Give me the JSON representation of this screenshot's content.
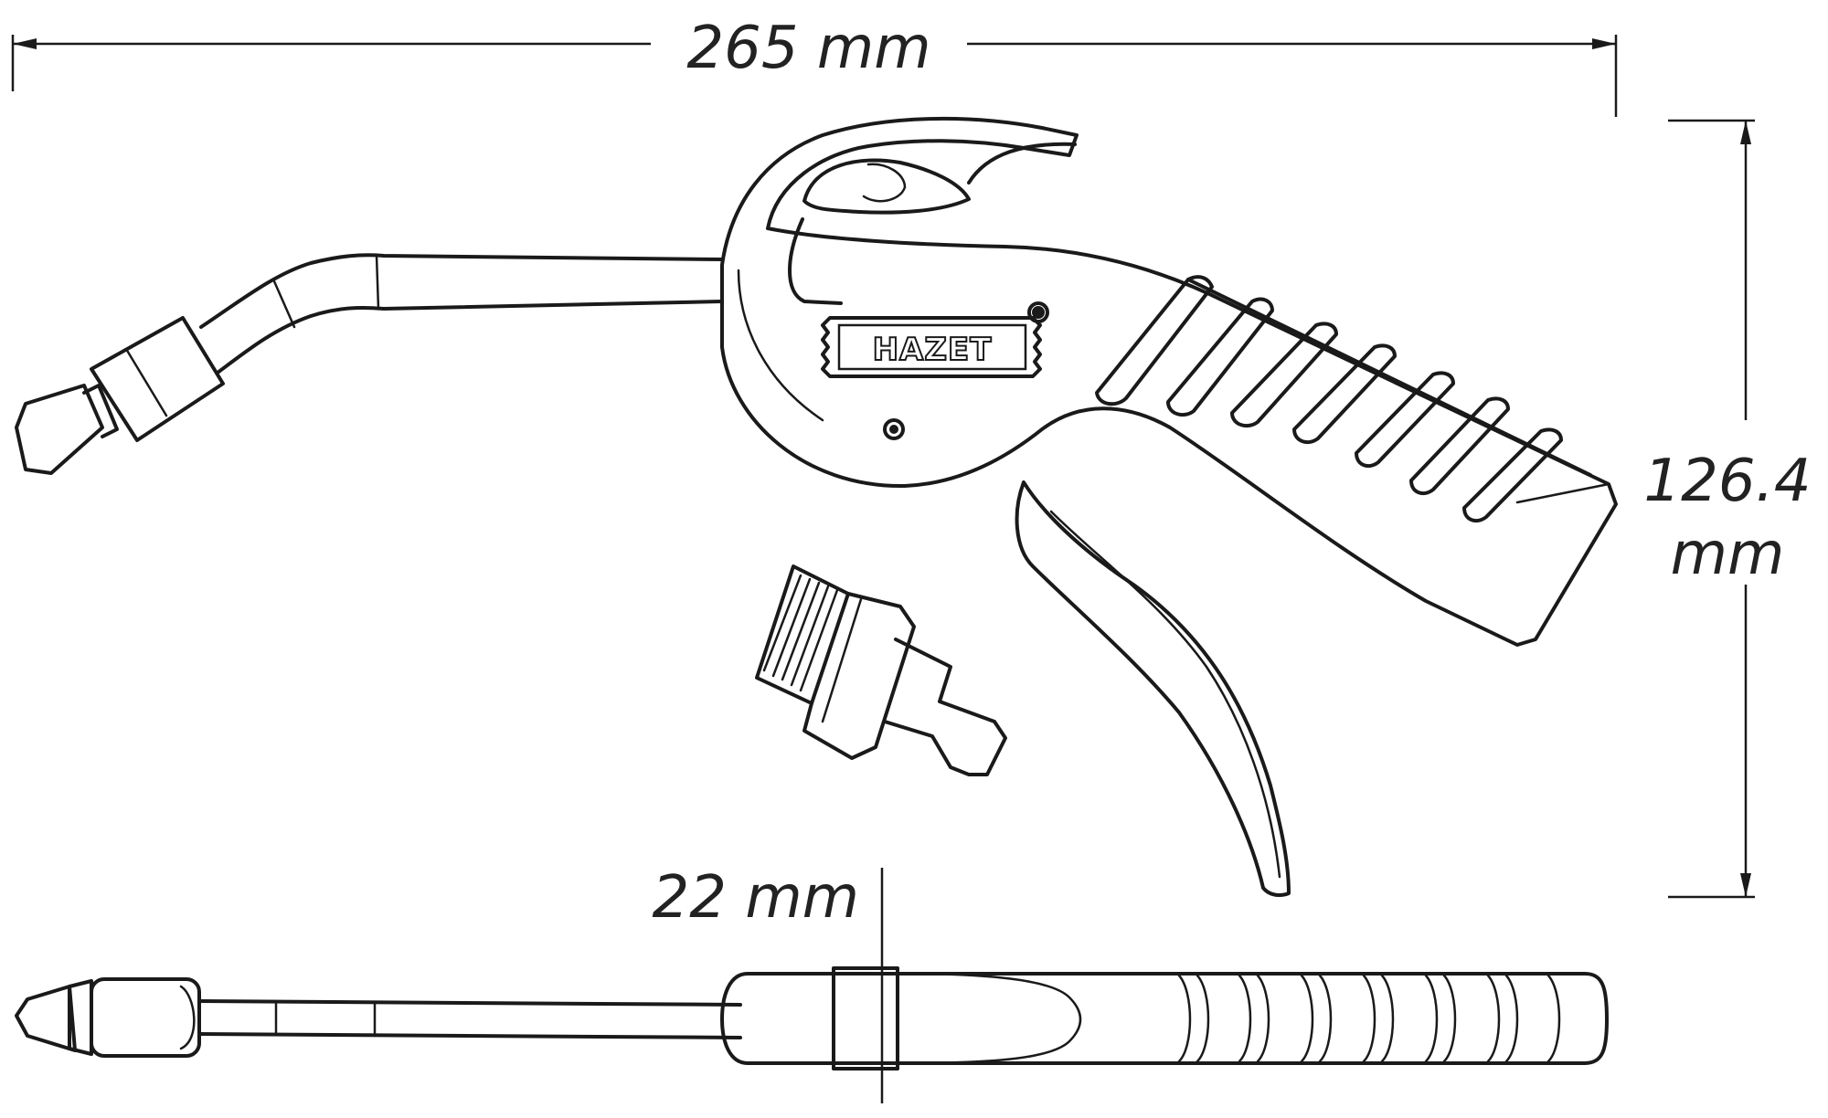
{
  "dimensions": {
    "length": "265 mm",
    "height_value": "126.4",
    "height_unit": "mm",
    "diameter": "22 mm"
  },
  "logo": {
    "brand": "HAZET"
  },
  "colors": {
    "line": "#1a1a1a",
    "background": "#ffffff"
  }
}
